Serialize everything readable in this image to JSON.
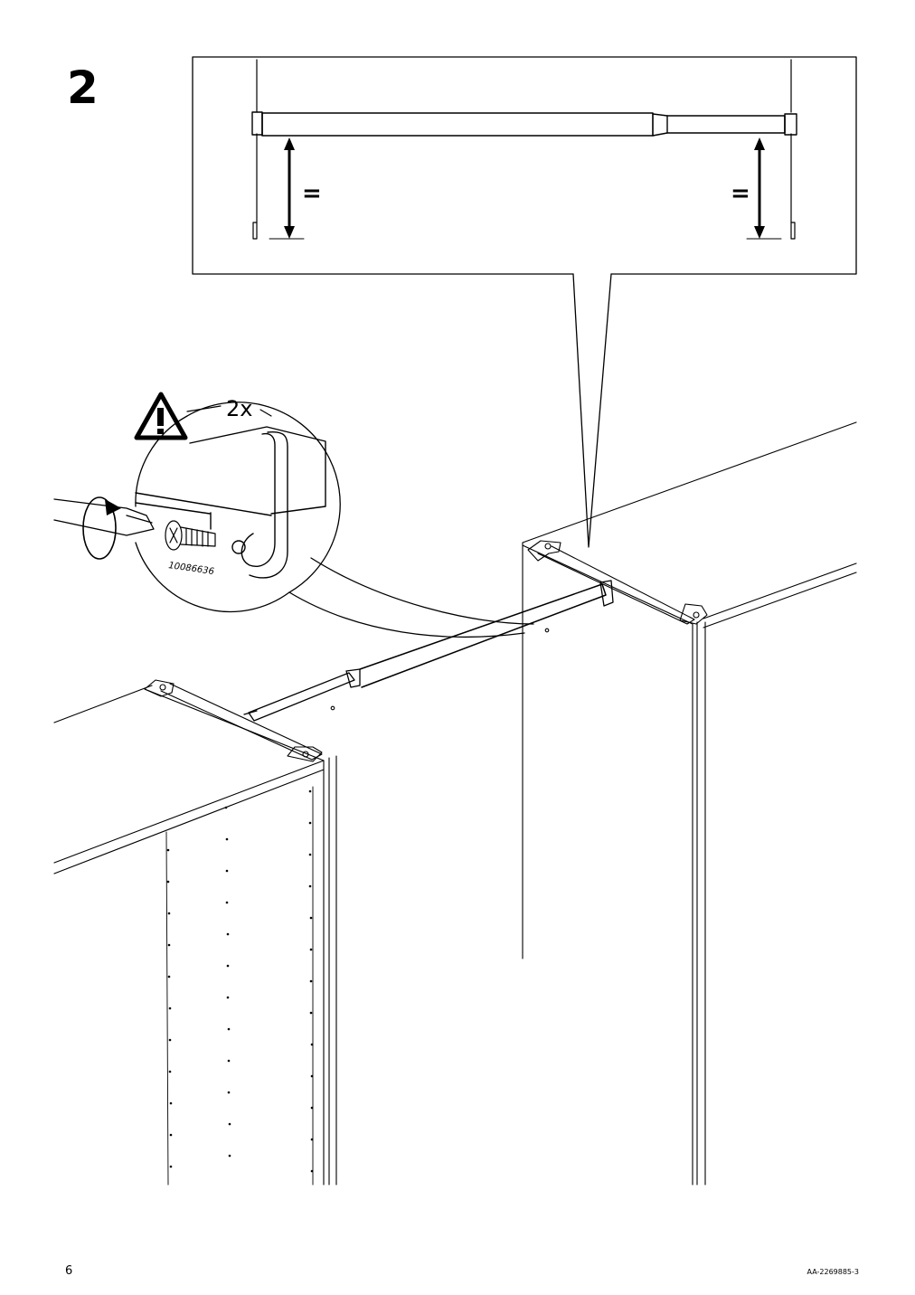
{
  "step": {
    "number": "2"
  },
  "detail": {
    "equal_mark_left": "=",
    "equal_mark_right": "=",
    "quantity": "2x",
    "part_number": "10086636",
    "warning_icon": "warning-triangle-icon",
    "tool_icon": "screwdriver-icon"
  },
  "footer": {
    "page_number": "6",
    "document_code": "AA-2269885-3"
  }
}
